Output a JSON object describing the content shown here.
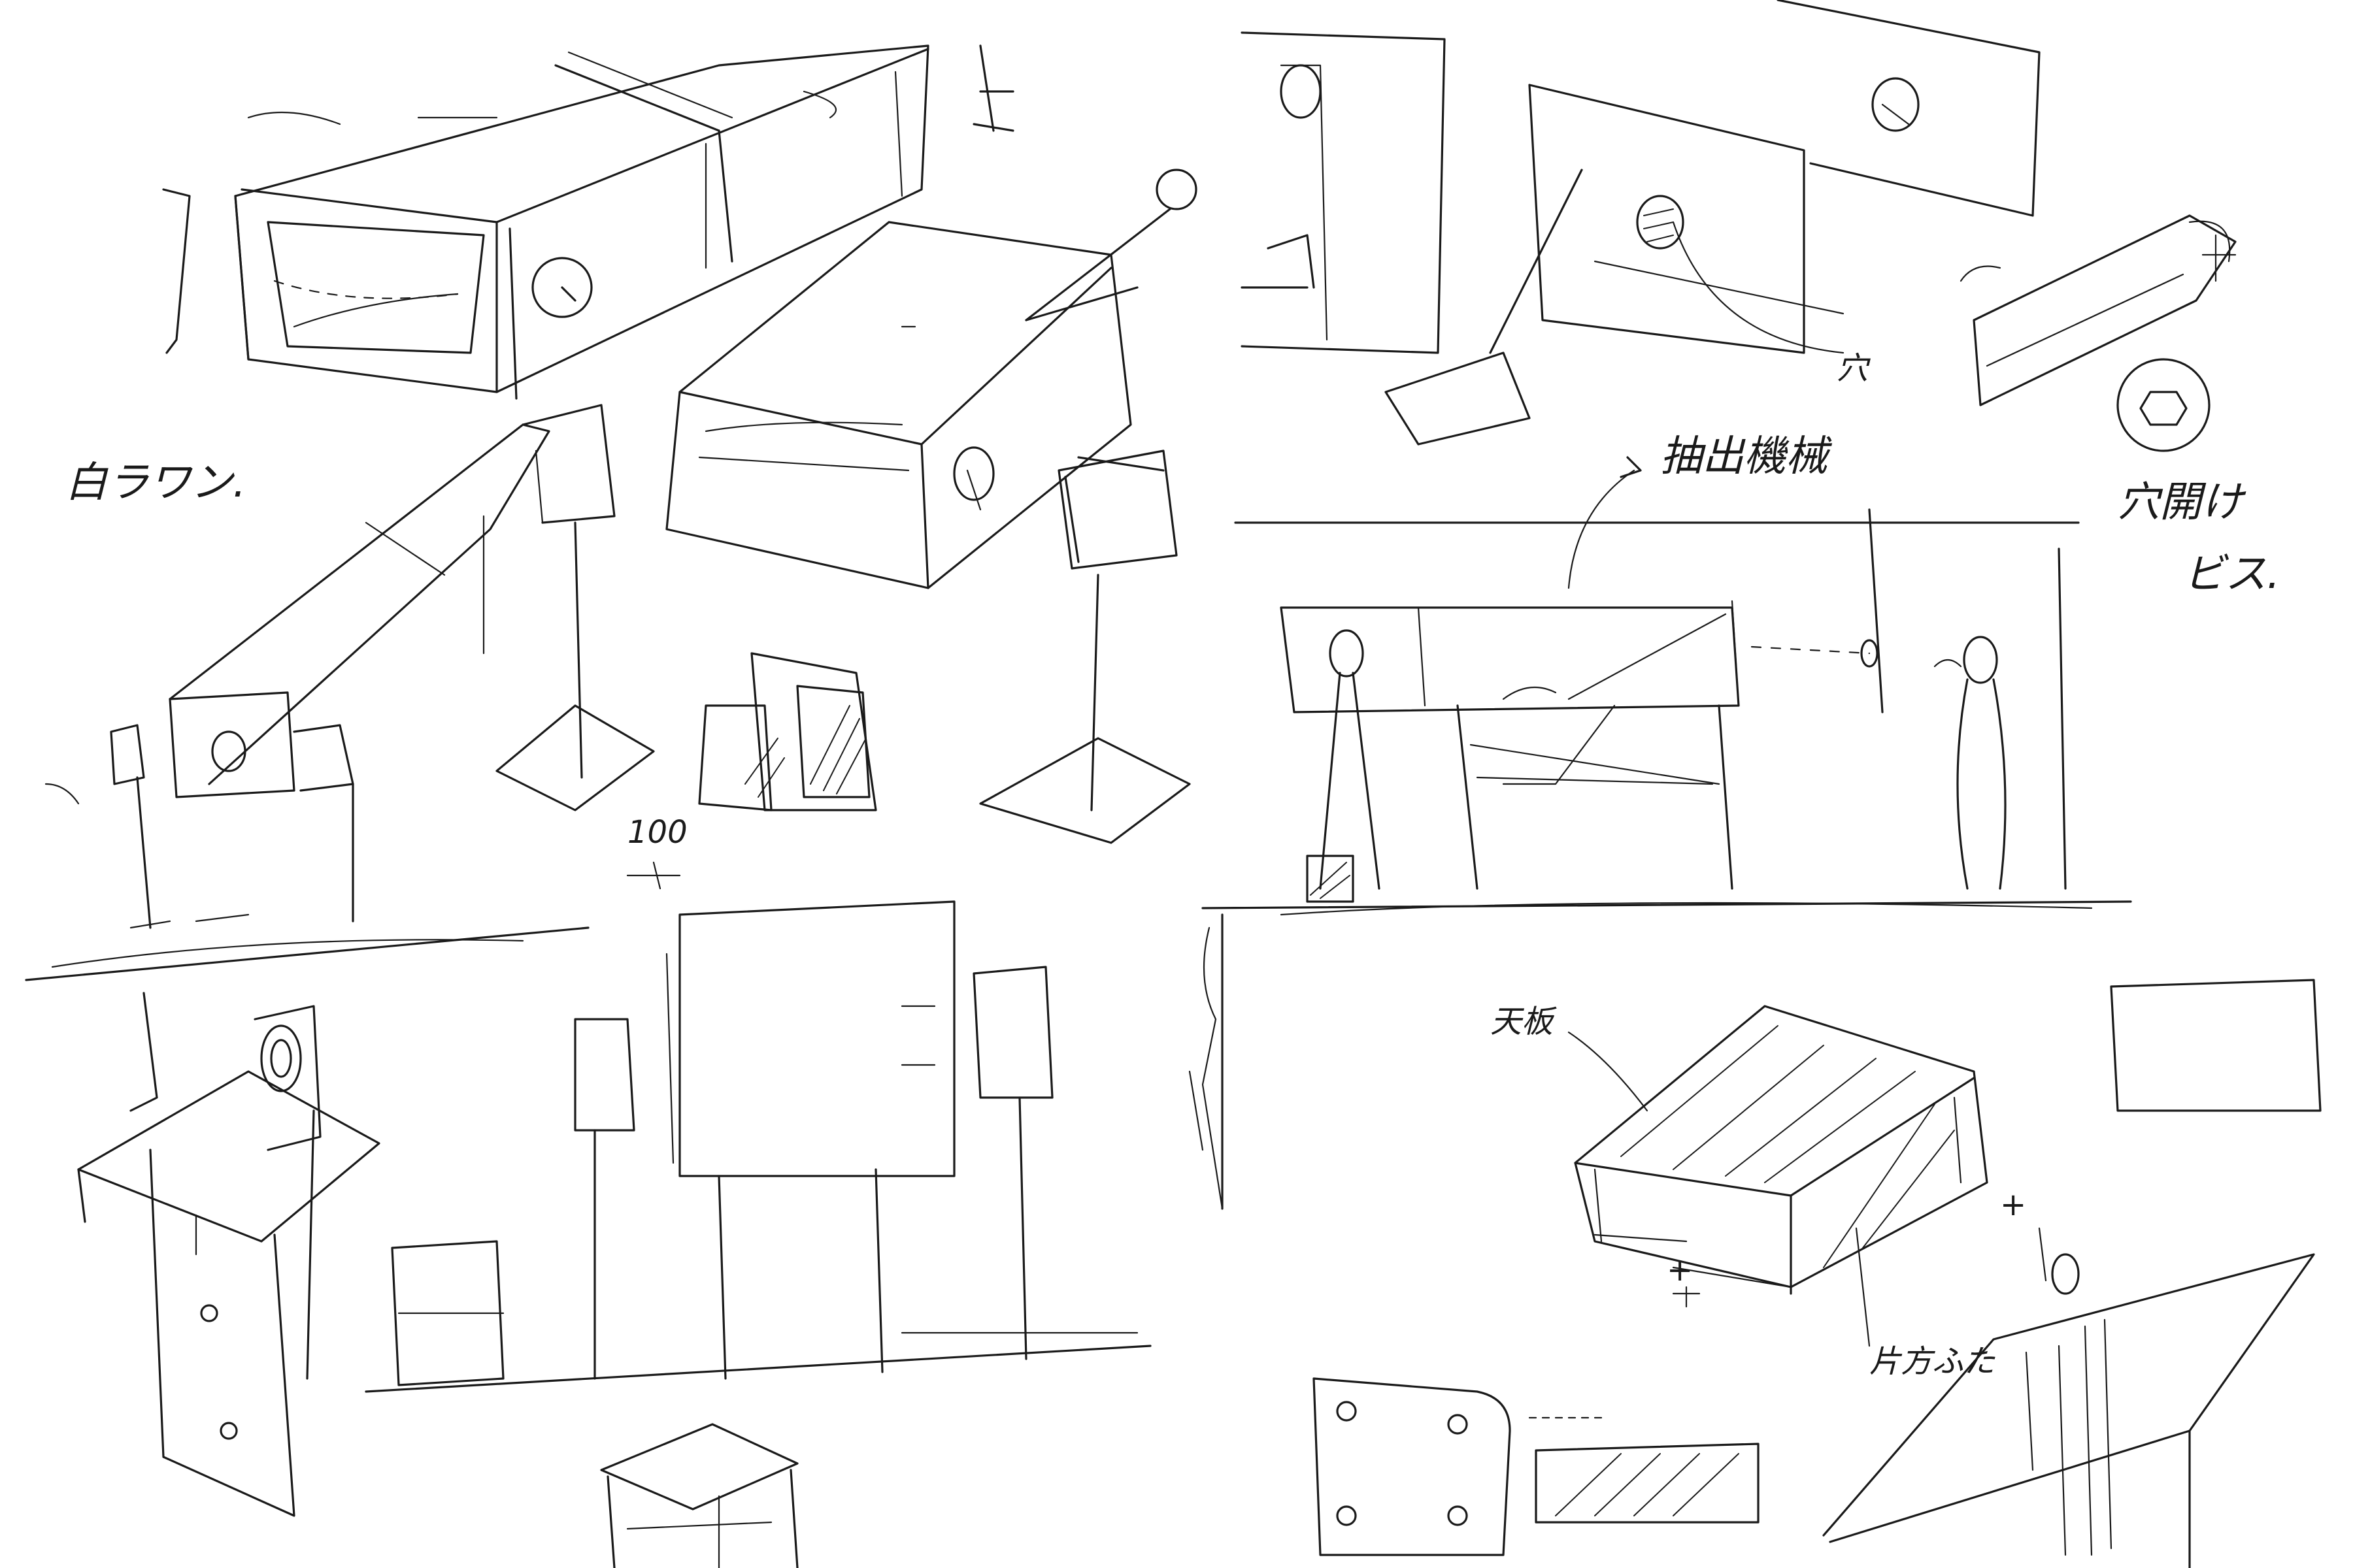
{
  "annotations": {
    "left_note": "白ラワン.",
    "dimension": "100",
    "extraction_label": "抽出機械",
    "hole_note_line1": "穴開け",
    "hole_note_line2": "ビス.",
    "ana_label": "穴",
    "top_label": "天板",
    "side_label": "片方ふた",
    "plus_marks": [
      "+",
      "+"
    ]
  }
}
